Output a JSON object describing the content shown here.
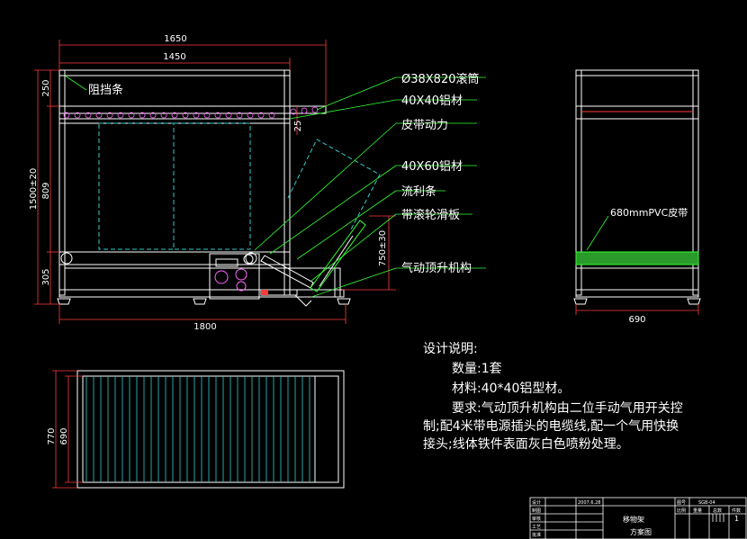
{
  "drawing": {
    "dimensions": {
      "top_1650": "1650",
      "top_1450": "1450",
      "bottom_1800": "1800",
      "left_250": "250",
      "left_1500": "1500±20",
      "left_809": "809",
      "left_305": "305",
      "inner_25": "25",
      "right_750": "750±30",
      "side_690": "690",
      "plan_770": "770",
      "plan_690": "690"
    },
    "callouts": {
      "stopper": "阻挡条",
      "roller": "Ø38X820滚筒",
      "al_4040": "40X40铝材",
      "belt_power": "皮带动力",
      "al_4060": "40X60铝材",
      "fluent_strip": "流利条",
      "roller_slide": "带滚轮滑板",
      "pneumatic": "气动顶升机构",
      "pvc_belt": "680mmPVC皮带"
    },
    "notes": {
      "title": "设计说明:",
      "qty": "数量:1套",
      "material": "材料:40*40铝型材。",
      "req1": "要求:气动顶升机构由二位手动气用开关控",
      "req2": "制;配4米带电源插头的电缆线,配一个气用快换",
      "req3": "接头;线体铁件表面灰白色喷粉处理。"
    },
    "title_block": {
      "r1c1": "设计",
      "r2c1": "制图",
      "r3c1": "审核",
      "r4c1": "工艺",
      "r5c1": "批准",
      "date": "2007.6.28",
      "name": "移物架",
      "subname": "方案图",
      "drawing_no_label": "图号",
      "drawing_no": "SGB-04",
      "ratio_label": "比例",
      "weight_label": "重量",
      "count_label": "总数",
      "sheet_label": "件数",
      "sheet_val": "1"
    }
  },
  "colors": {
    "frame": "#ffffff",
    "dimension": "#ff3b3b",
    "leader": "#33ff33",
    "hidden": "#33cccc",
    "roller": "#ff66ff",
    "belt_fill": "#2a9a2a"
  }
}
